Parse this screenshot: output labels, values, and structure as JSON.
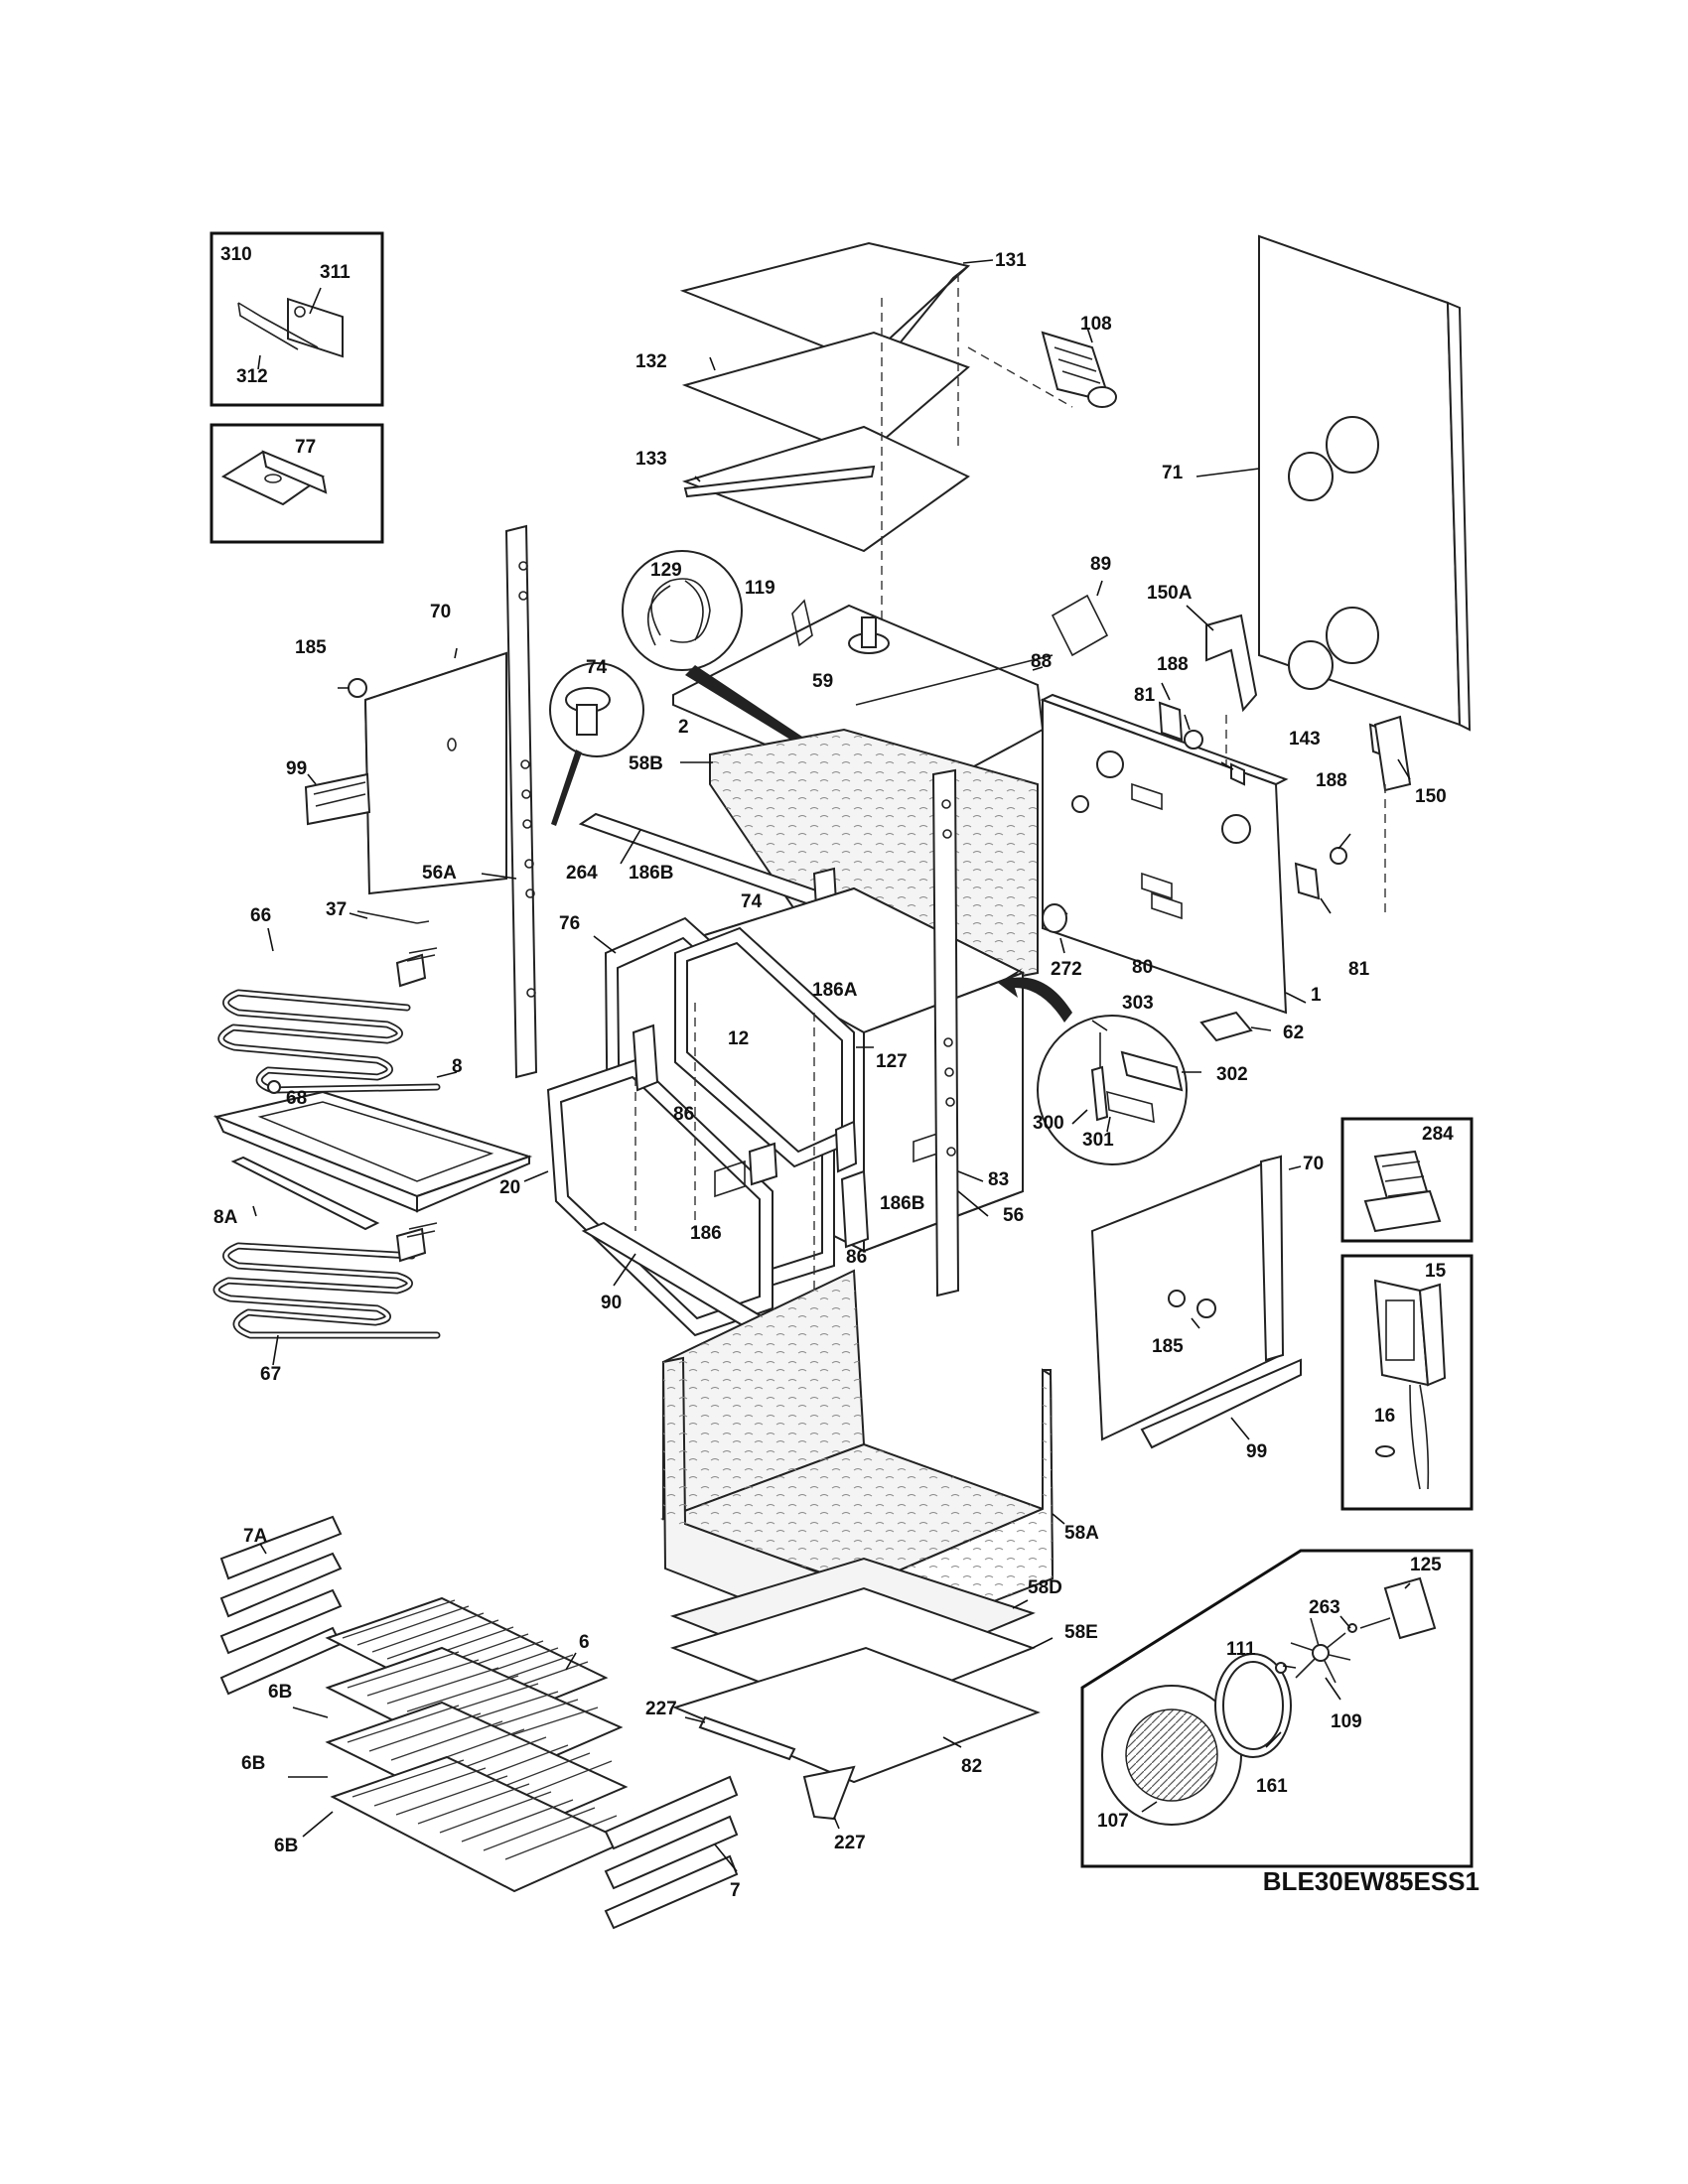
{
  "model_number": "BLE30EW85ESS1",
  "part_labels": [
    "310",
    "311",
    "312",
    "77",
    "131",
    "108",
    "132",
    "133",
    "71",
    "129",
    "119",
    "89",
    "70",
    "185",
    "74",
    "59",
    "88",
    "150A",
    "188",
    "2",
    "81",
    "143",
    "58B",
    "99",
    "188",
    "150",
    "264",
    "186B",
    "74",
    "56A",
    "66",
    "37",
    "76",
    "186A",
    "272",
    "80",
    "81",
    "303",
    "62",
    "1",
    "12",
    "127",
    "302",
    "8",
    "68",
    "86",
    "300",
    "301",
    "284",
    "70",
    "20",
    "83",
    "186B",
    "8A",
    "186",
    "56",
    "86",
    "15",
    "90",
    "185",
    "16",
    "67",
    "99",
    "58A",
    "7A",
    "125",
    "58D",
    "263",
    "6",
    "58E",
    "111",
    "6B",
    "227",
    "109",
    "6B",
    "82",
    "161",
    "227",
    "107",
    "6B",
    "7"
  ],
  "colors": {
    "line": "#222222",
    "text": "#111111",
    "background": "#ffffff",
    "insulation": "#f4f4f4"
  }
}
